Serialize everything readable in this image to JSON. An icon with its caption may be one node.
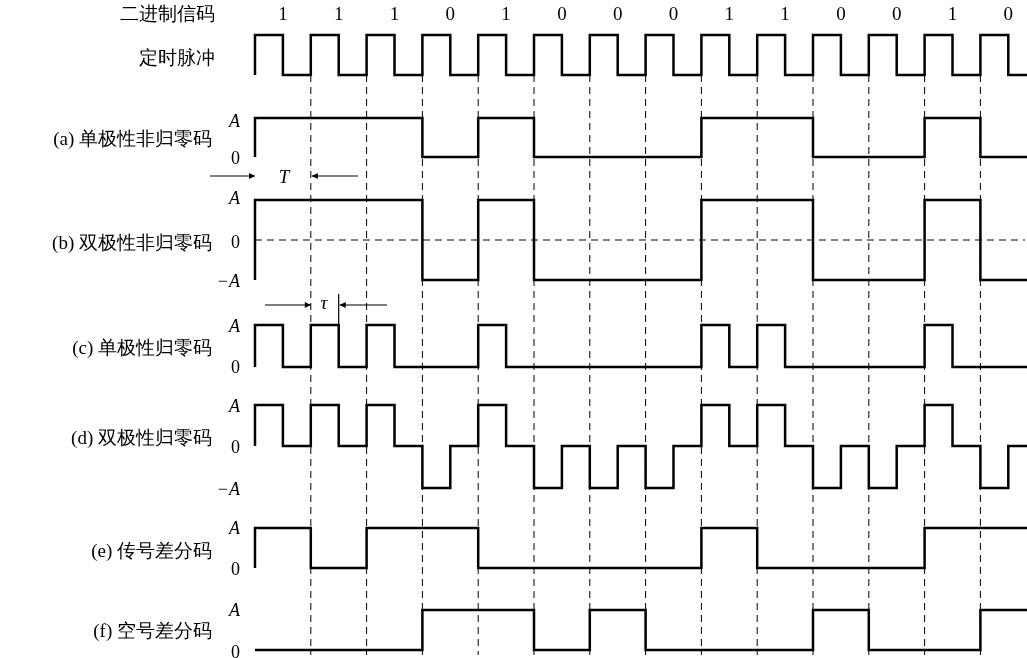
{
  "diagram": {
    "labels": [
      "二进制信码",
      "1",
      "1",
      "1",
      "0",
      "1",
      "0",
      "0",
      "0",
      "1",
      "1",
      "0",
      "0",
      "1",
      "0",
      "定时脉冲",
      "A",
      "(a) 单极性非归零码",
      "0",
      "T",
      "A",
      "(b) 双极性非归零码",
      "0",
      "−A",
      "τ",
      "A",
      "(c) 单极性归零码",
      "0",
      "A",
      "(d) 双极性归零码",
      "0",
      "−A",
      "A",
      "(e) 传号差分码",
      "0",
      "A",
      "(f) 空号差分码",
      "0"
    ]
  }
}
